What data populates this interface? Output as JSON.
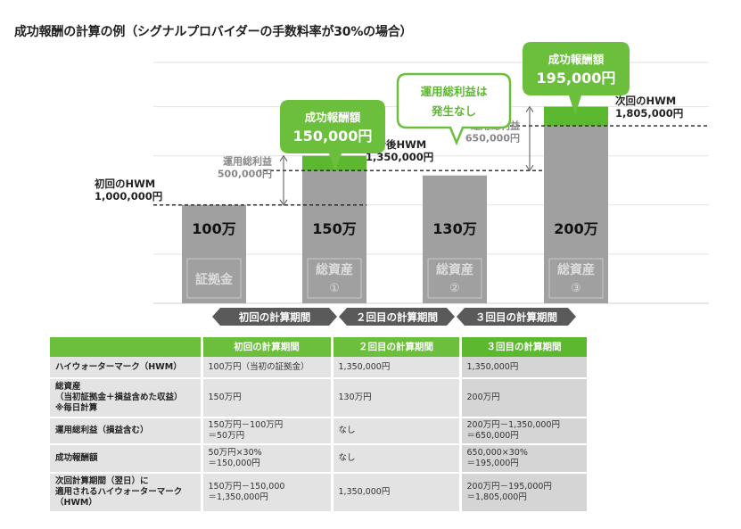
{
  "title": "成功報酬の計算の例（シグナルプロバイダーの手数料率が30%の場合）",
  "colors": {
    "bar": "#a0a0a0",
    "profit": "#5cb82e",
    "green": "#6cbf3c",
    "arrow": "#555555",
    "text": "#222222"
  },
  "chart_data": {
    "type": "bar",
    "categories": [
      "証拠金",
      "総資産\n①",
      "総資産\n②",
      "総資産\n③"
    ],
    "values": [
      1000000,
      1500000,
      1300000,
      2000000
    ],
    "value_labels": [
      "100万",
      "150万",
      "130万",
      "200万"
    ],
    "category_labels": [
      {
        "line1": "証拠金",
        "line2": ""
      },
      {
        "line1": "総資産",
        "line2": "①"
      },
      {
        "line1": "総資産",
        "line2": "②"
      },
      {
        "line1": "総資産",
        "line2": "③"
      }
    ],
    "ylim": [
      0,
      2450000
    ],
    "grid": true,
    "hwm_lines": [
      {
        "value": 1000000,
        "label1": "初回のHWM",
        "label2": "1,000,000円"
      },
      {
        "value": 1350000,
        "label1": "更新後HWM",
        "label2": "1,350,000円"
      },
      {
        "value": 1805000,
        "label1": "次回のHWM",
        "label2": "1,805,000円"
      }
    ],
    "profit_segments": [
      {
        "bar": 1,
        "from": 1350000,
        "to": 1500000
      },
      {
        "bar": 3,
        "from": 1805000,
        "to": 2000000
      }
    ],
    "spans": [
      {
        "bar": 1,
        "from": 1000000,
        "to": 1500000,
        "label1": "運用総利益",
        "label2": "500,000円"
      },
      {
        "bar": 3,
        "from": 1350000,
        "to": 2000000,
        "label1": "運用総利益",
        "label2": "650,000円"
      }
    ],
    "callouts": [
      {
        "bar": 1,
        "style": "filled",
        "line1": "成功報酬額",
        "line2": "150,000円"
      },
      {
        "bar": 2,
        "style": "outline",
        "line1": "運用総利益は",
        "line2": "発生なし"
      },
      {
        "bar": 3,
        "style": "filled",
        "line1": "成功報酬額",
        "line2": "195,000円"
      }
    ],
    "periods": [
      "初回の計算期間",
      "２回目の計算期間",
      "３回目の計算期間"
    ]
  },
  "table": {
    "headers": [
      "",
      "初回の計算期間",
      "２回目の計算期間",
      "３回目の計算期間"
    ],
    "rows": [
      {
        "label": "ハイウォーターマーク（HWM）",
        "c1": "100万円（当初の証拠金）",
        "c2": "1,350,000円",
        "c3": "1,350,000円"
      },
      {
        "label": "総資産\n（当初証拠金＋損益含めた収益）\n※毎日計算",
        "c1": "150万円",
        "c2": "130万円",
        "c3": "200万円"
      },
      {
        "label": "運用総利益（損益含む）",
        "c1": "150万円－100万円\n＝50万円",
        "c2": "なし",
        "c3": "200万円－1,350,000円\n＝650,000円"
      },
      {
        "label": "成功報酬額",
        "c1": "50万円×30%\n＝150,000円",
        "c2": "なし",
        "c3": "650,000×30%\n＝195,000円"
      },
      {
        "label": "次回計算期間（翌日）に\n適用されるハイウォーターマーク\n（HWM）",
        "c1": "150万円－150,000\n＝1,350,000円",
        "c2": "1,350,000円",
        "c3": "200万円－195,000円\n＝1,805,000円"
      }
    ]
  }
}
